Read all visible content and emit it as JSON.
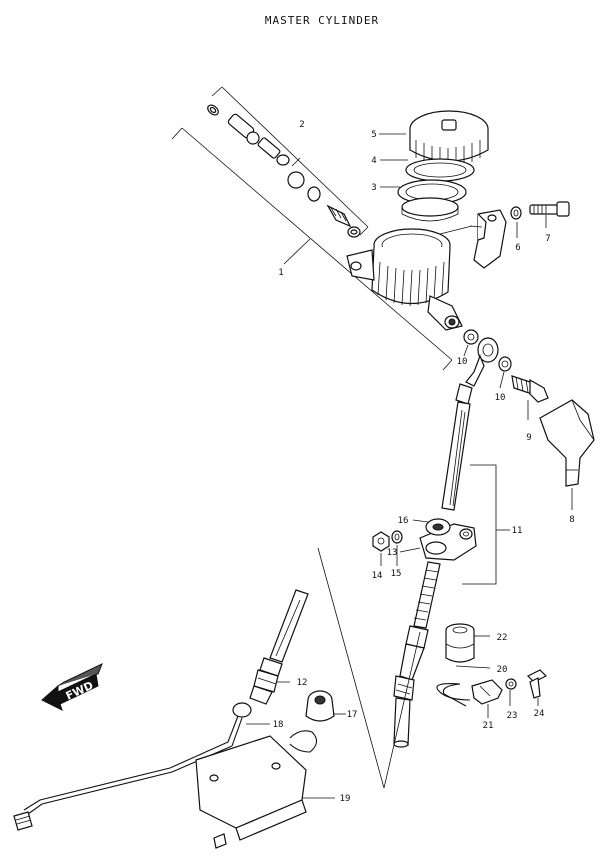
{
  "title": "MASTER CYLINDER",
  "fwd_label": "FWD",
  "callouts": [
    {
      "id": "1",
      "label": "1"
    },
    {
      "id": "2",
      "label": "2"
    },
    {
      "id": "3",
      "label": "3"
    },
    {
      "id": "4",
      "label": "4"
    },
    {
      "id": "5",
      "label": "5"
    },
    {
      "id": "6",
      "label": "6"
    },
    {
      "id": "7",
      "label": "7"
    },
    {
      "id": "8",
      "label": "8"
    },
    {
      "id": "9",
      "label": "9"
    },
    {
      "id": "10a",
      "label": "10"
    },
    {
      "id": "10b",
      "label": "10"
    },
    {
      "id": "11",
      "label": "11"
    },
    {
      "id": "12",
      "label": "12"
    },
    {
      "id": "13",
      "label": "13"
    },
    {
      "id": "14",
      "label": "14"
    },
    {
      "id": "15",
      "label": "15"
    },
    {
      "id": "16",
      "label": "16"
    },
    {
      "id": "17",
      "label": "17"
    },
    {
      "id": "18",
      "label": "18"
    },
    {
      "id": "19",
      "label": "19"
    },
    {
      "id": "20",
      "label": "20"
    },
    {
      "id": "21",
      "label": "21"
    },
    {
      "id": "22",
      "label": "22"
    },
    {
      "id": "23",
      "label": "23"
    },
    {
      "id": "24",
      "label": "24"
    }
  ]
}
